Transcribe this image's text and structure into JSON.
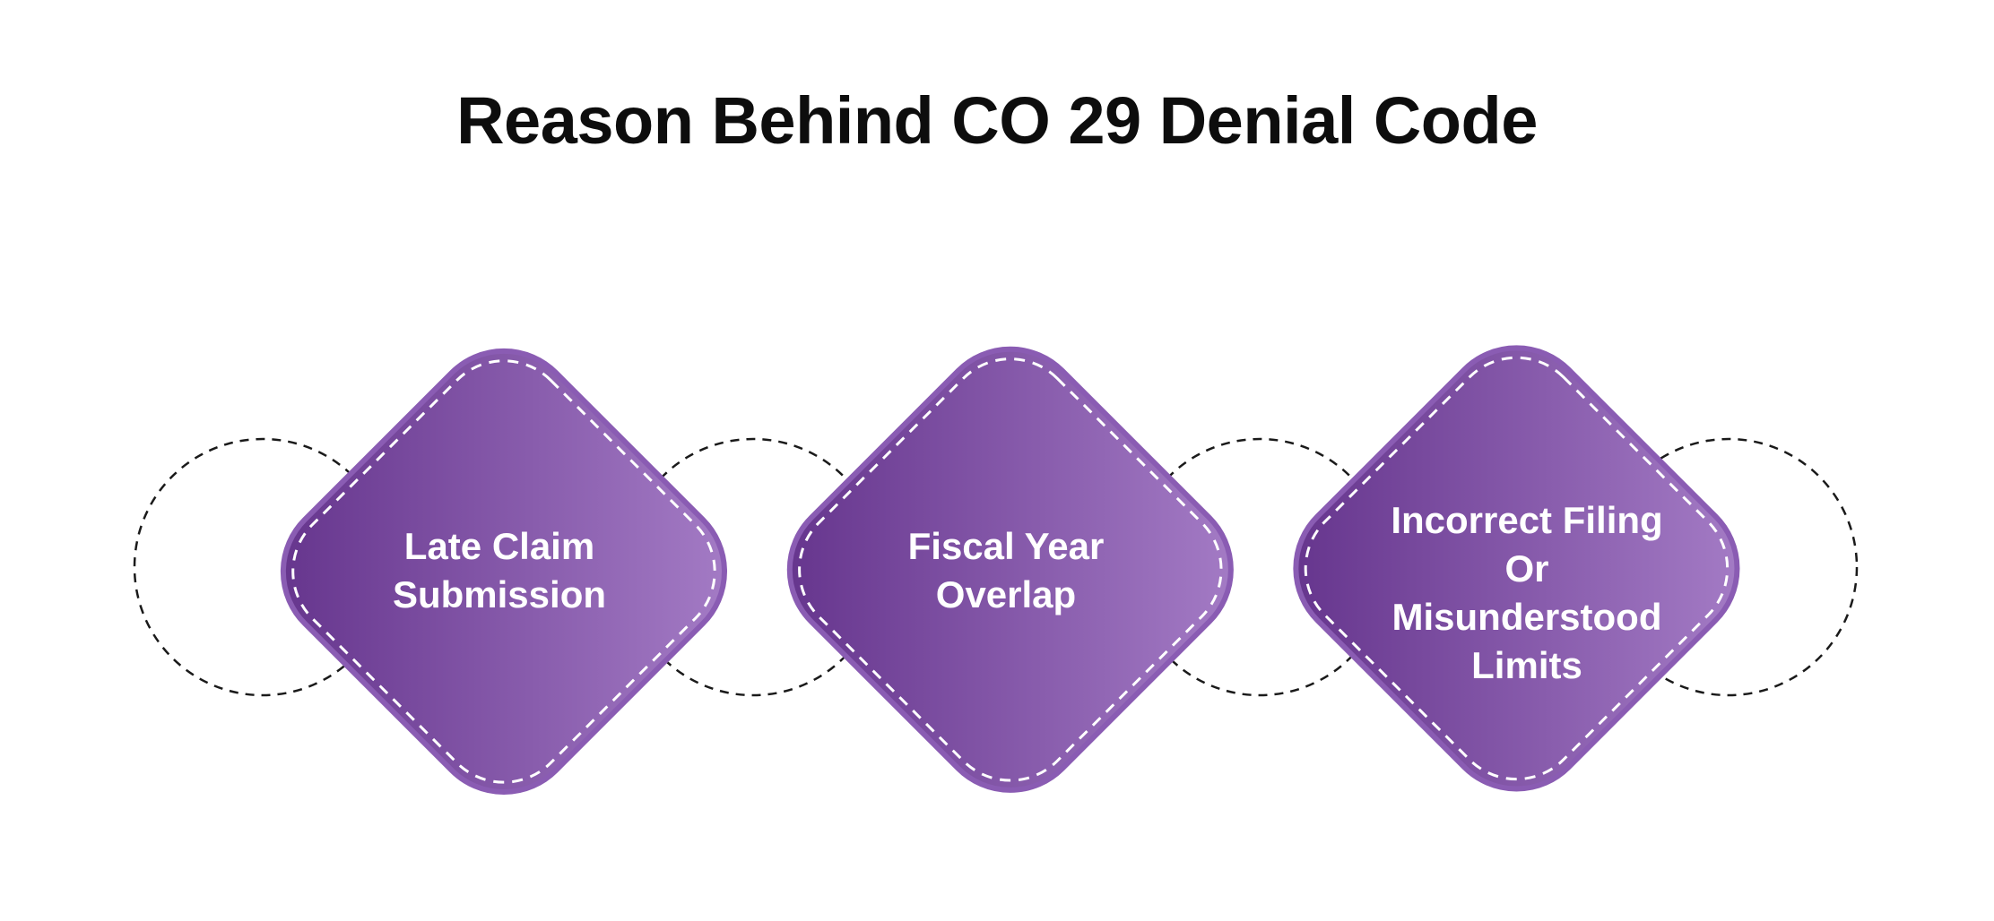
{
  "title": "Reason Behind CO 29 Denial Code",
  "colors": {
    "diamond_light": "#a77fc8",
    "diamond_dark": "#62318a",
    "diamond_border": "#8a5cb3",
    "inner_dash": "#ffffff",
    "connector_dash": "#1a1a1a"
  },
  "items": [
    {
      "lines": [
        "Late Claim",
        "Submission"
      ]
    },
    {
      "lines": [
        "Fiscal Year",
        "Overlap"
      ]
    },
    {
      "lines": [
        "Incorrect Filing",
        "Or",
        "Misunderstood",
        "Limits"
      ]
    }
  ]
}
